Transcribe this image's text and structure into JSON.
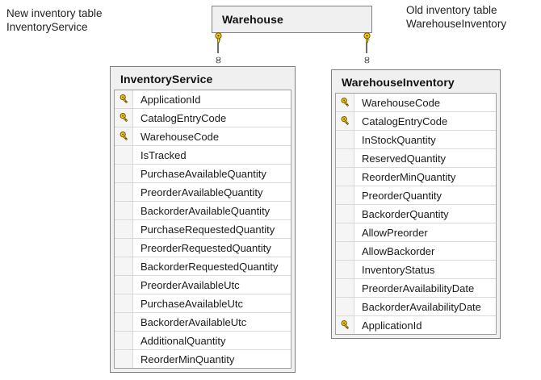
{
  "annotations": {
    "left": "New inventory table\nInventoryService",
    "right": "Old inventory table\nWarehouseInventory"
  },
  "tables": {
    "warehouse": {
      "title": "Warehouse",
      "columns": []
    },
    "inventory_service": {
      "title": "InventoryService",
      "columns": [
        {
          "name": "ApplicationId",
          "key": true
        },
        {
          "name": "CatalogEntryCode",
          "key": true
        },
        {
          "name": "WarehouseCode",
          "key": true
        },
        {
          "name": "IsTracked",
          "key": false
        },
        {
          "name": "PurchaseAvailableQuantity",
          "key": false
        },
        {
          "name": "PreorderAvailableQuantity",
          "key": false
        },
        {
          "name": "BackorderAvailableQuantity",
          "key": false
        },
        {
          "name": "PurchaseRequestedQuantity",
          "key": false
        },
        {
          "name": "PreorderRequestedQuantity",
          "key": false
        },
        {
          "name": "BackorderRequestedQuantity",
          "key": false
        },
        {
          "name": "PreorderAvailableUtc",
          "key": false
        },
        {
          "name": "PurchaseAvailableUtc",
          "key": false
        },
        {
          "name": "BackorderAvailableUtc",
          "key": false
        },
        {
          "name": "AdditionalQuantity",
          "key": false
        },
        {
          "name": "ReorderMinQuantity",
          "key": false
        }
      ]
    },
    "warehouse_inventory": {
      "title": "WarehouseInventory",
      "columns": [
        {
          "name": "WarehouseCode",
          "key": true
        },
        {
          "name": "CatalogEntryCode",
          "key": true
        },
        {
          "name": "InStockQuantity",
          "key": false
        },
        {
          "name": "ReservedQuantity",
          "key": false
        },
        {
          "name": "ReorderMinQuantity",
          "key": false
        },
        {
          "name": "PreorderQuantity",
          "key": false
        },
        {
          "name": "BackorderQuantity",
          "key": false
        },
        {
          "name": "AllowPreorder",
          "key": false
        },
        {
          "name": "AllowBackorder",
          "key": false
        },
        {
          "name": "InventoryStatus",
          "key": false
        },
        {
          "name": "PreorderAvailabilityDate",
          "key": false
        },
        {
          "name": "BackorderAvailabilityDate",
          "key": false
        },
        {
          "name": "ApplicationId",
          "key": true
        }
      ]
    }
  },
  "relationships": [
    {
      "from": "Warehouse",
      "to": "InventoryService",
      "one_side_icon": "key-icon",
      "many_side_icon": "infinity-icon"
    },
    {
      "from": "Warehouse",
      "to": "WarehouseInventory",
      "one_side_icon": "key-icon",
      "many_side_icon": "infinity-icon"
    }
  ],
  "icons": {
    "many_glyph": "∞"
  },
  "colors": {
    "card_chrome": "#f0f0f0",
    "card_border": "#808080",
    "grid_border": "#a0a0a0",
    "row_separator": "#d9d9d9",
    "gutter": "#f5f5f5",
    "key_gold": "#ffd000",
    "connector_line": "#6d6d6d",
    "text": "#1a1a1a"
  }
}
